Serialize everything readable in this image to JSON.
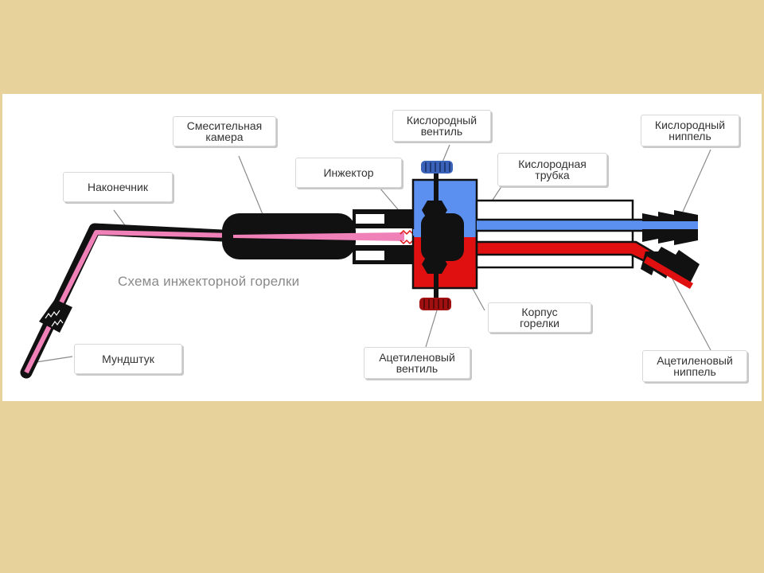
{
  "diagram": {
    "caption": "Схема инжекторной горелки",
    "labels": {
      "nakonechnik": "Наконечник",
      "smesitelnaya_kamera": "Смесительная\nкамера",
      "inzhektor": "Инжектор",
      "kislorodny_ventil": "Кислородный\nвентиль",
      "kislorodnaya_trubka": "Кислородная\nтрубка",
      "kislorodny_nippel": "Кислородный\nниппель",
      "mundshtuk": "Мундштук",
      "acetilenovy_ventil": "Ацетиленовый\nвентиль",
      "korpus_gorelki": "Корпус\nгорелки",
      "acetilenovy_nippel": "Ацетиленовый\nниппель"
    },
    "colors": {
      "background": "#e8d29c",
      "oxygen": "#5b8ff0",
      "acetylene": "#e01010",
      "mixture": "#f080b8",
      "body_dark": "#111111"
    }
  }
}
